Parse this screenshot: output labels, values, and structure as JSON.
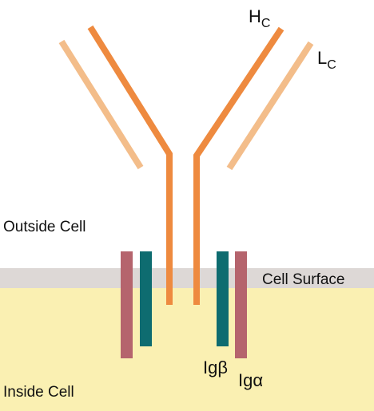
{
  "labels": {
    "heavy_chain": "H",
    "heavy_chain_sub": "C",
    "light_chain": "L",
    "light_chain_sub": "C",
    "outside": "Outside Cell",
    "surface": "Cell Surface",
    "inside": "Inside Cell",
    "ig_beta": "Igβ",
    "ig_alpha": "Igα"
  },
  "colors": {
    "heavy_chain": "#ee8a3f",
    "light_chain": "#f3bd8a",
    "ig_beta": "#0e6c70",
    "ig_alpha": "#b5646d",
    "membrane": "#ddd8d6",
    "cytoplasm": "#faf0b2",
    "background": "#ffffff"
  }
}
